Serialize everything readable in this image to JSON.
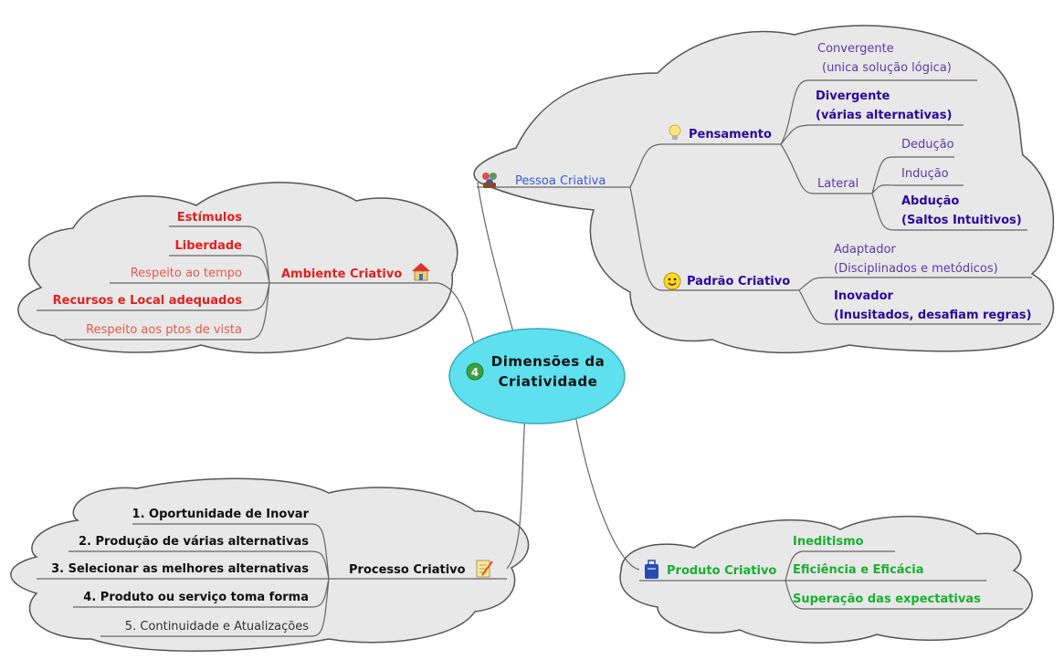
{
  "center": {
    "line1": "Dimensões da",
    "line2": "Criatividade",
    "badge": "4"
  },
  "ambiente": {
    "label": "Ambiente Criativo",
    "items": [
      "Estímulos",
      "Liberdade",
      "Respeito ao tempo",
      "Recursos e Local adequados",
      "Respeito aos ptos de vista"
    ]
  },
  "pessoa": {
    "label": "Pessoa Criativa",
    "pensamento": {
      "label": "Pensamento",
      "convergente": [
        "Convergente",
        "(unica solução lógica)"
      ],
      "divergente": [
        "Divergente",
        "(várias alternativas)"
      ],
      "lateral": {
        "label": "Lateral",
        "items": [
          "Dedução",
          "Indução"
        ],
        "abducao": [
          "Abdução",
          "(Saltos Intuitivos)"
        ]
      }
    },
    "padrao": {
      "label": "Padrão Criativo",
      "adaptador": [
        "Adaptador",
        "(Disciplinados e metódicos)"
      ],
      "inovador": [
        "Inovador",
        "(Inusitados, desafiam regras)"
      ]
    }
  },
  "processo": {
    "label": "Processo Criativo",
    "items": [
      "1. Oportunidade de Inovar",
      "2. Produção de várias alternativas",
      "3. Selecionar as melhores alternativas",
      "4. Produto ou serviço toma forma",
      "5. Continuidade e Atualizações"
    ]
  },
  "produto": {
    "label": "Produto Criativo",
    "items": [
      "Ineditismo",
      "Eficiência e Eficácia",
      "Superação das expectativas"
    ]
  },
  "colors": {
    "cloud_fill": "#e8e8e8",
    "cloud_stroke": "#555555",
    "center_fill": "#5ee0ee",
    "ambiente": "#e02020",
    "pessoa": "#3a5ad8",
    "pensamento": "#2a0a9a",
    "processo": "#111111",
    "produto": "#18b030"
  },
  "icons": {
    "ambiente": "house-icon",
    "pessoa": "people-icon",
    "pensamento": "lightbulb-icon",
    "padrao": "smiley-icon",
    "processo": "notepad-icon",
    "produto": "bag-icon",
    "center": "number-4-icon"
  }
}
